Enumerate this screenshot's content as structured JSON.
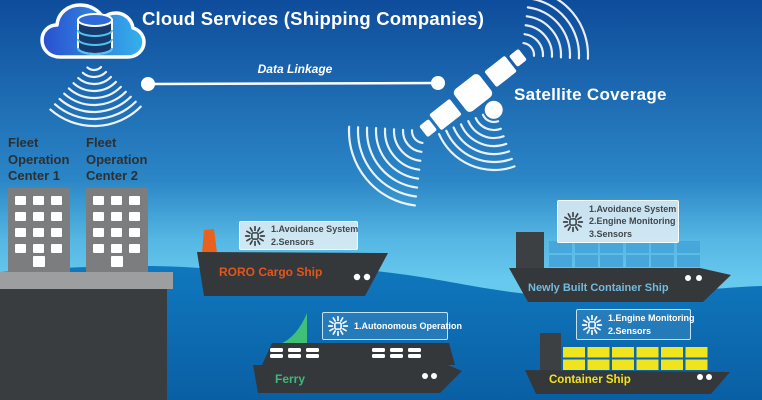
{
  "title": "Cloud Services (Shipping Companies)",
  "connections": {
    "data_linkage_label": "Data Linkage",
    "satellite_label": "Satellite Coverage"
  },
  "fleet_centers": [
    {
      "label": "Fleet Operation Center 1"
    },
    {
      "label": "Fleet Operation Center 2"
    }
  ],
  "ships": [
    {
      "name": "RORO Cargo Ship",
      "color": "#e2551c",
      "features": [
        "1.Avoidance System",
        "2.Sensors"
      ]
    },
    {
      "name": "Newly Built Container Ship",
      "color": "#74b9de",
      "features": [
        "1.Avoidance System",
        "2.Engine Monitoring",
        "3.Sensors"
      ]
    },
    {
      "name": "Ferry",
      "color": "#3cba78",
      "features": [
        "1.Autonomous Operation"
      ]
    },
    {
      "name": "Container Ship",
      "color": "#f2e41c",
      "features": [
        "1.Engine Monitoring",
        "2.Sensors"
      ]
    }
  ],
  "colors": {
    "sky_top": "#0e4c9b",
    "sky_horizon": "#67c9ee",
    "sea": "#0f74ba",
    "hull": "#35383b",
    "funnel_orange": "#e8611e",
    "fin_green": "#3fbf77",
    "containers_blue": "#47a7da",
    "containers_yellow": "#f0e41f",
    "building_gray": "#7b7d7f",
    "land_dark": "#3a3d40"
  }
}
